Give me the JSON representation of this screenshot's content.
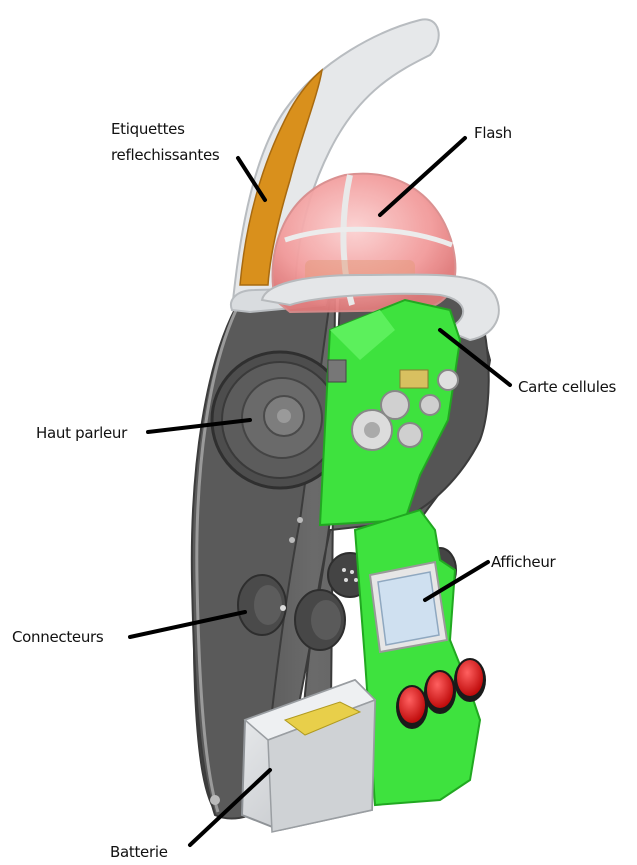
{
  "labels": {
    "etiquettes_line1": "Etiquettes",
    "etiquettes_line2": "reflechissantes",
    "flash": "Flash",
    "carte_cellules": "Carte cellules",
    "haut_parleur": "Haut parleur",
    "afficheur": "Afficheur",
    "connecteurs": "Connecteurs",
    "batterie": "Batterie"
  },
  "colors": {
    "housing": "#5e5e5e",
    "housing_edge": "#3f3f3f",
    "handle": "#e6e8ea",
    "reflective_strip": "#d9901c",
    "flash_dome": "#f2a0a0",
    "pcb": "#3ee23e",
    "button_red": "#e01818",
    "display": "#cfe0f0",
    "battery": "#d9dbdd"
  }
}
